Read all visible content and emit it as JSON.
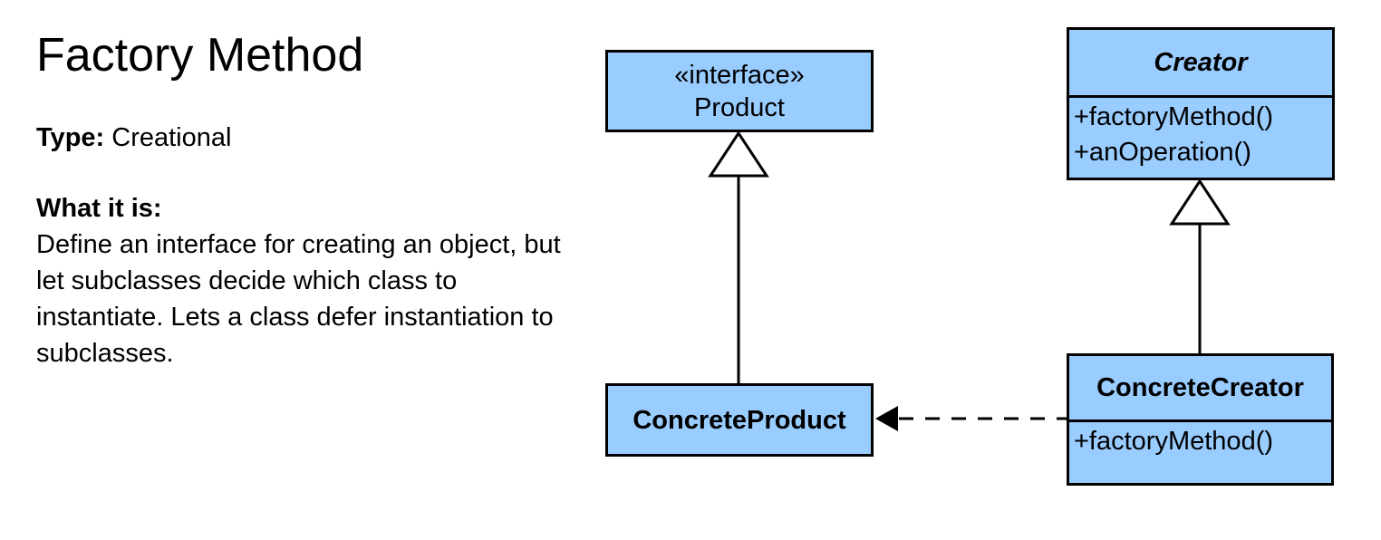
{
  "info": {
    "title": "Factory Method",
    "type_label": "Type:",
    "type_value": "Creational",
    "what_label": "What it is:",
    "description": "Define an interface for creating an object, but let subclasses decide which class to instantiate. Lets a class defer instantiation to subclasses."
  },
  "diagram": {
    "box_fill": "#99CCFF",
    "box_border": "#000000",
    "classes": {
      "product": {
        "stereotype": "«interface»",
        "name": "Product"
      },
      "creator": {
        "name": "Creator",
        "methods": [
          "+factoryMethod()",
          "+anOperation()"
        ]
      },
      "concrete_product": {
        "name": "ConcreteProduct"
      },
      "concrete_creator": {
        "name": "ConcreteCreator",
        "methods": [
          "+factoryMethod()"
        ]
      }
    },
    "relationships": [
      {
        "type": "generalization",
        "from": "ConcreteProduct",
        "to": "Product",
        "style": "solid-hollow-triangle"
      },
      {
        "type": "generalization",
        "from": "ConcreteCreator",
        "to": "Creator",
        "style": "solid-hollow-triangle"
      },
      {
        "type": "dependency",
        "from": "ConcreteCreator",
        "to": "ConcreteProduct",
        "style": "dashed-filled-arrow"
      }
    ]
  }
}
